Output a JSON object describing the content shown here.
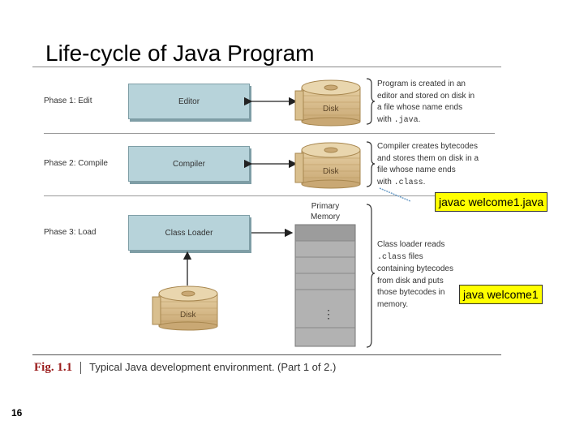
{
  "title": "Life-cycle of Java Program",
  "phases": [
    {
      "label": "Phase 1: Edit",
      "box": "Editor",
      "disk": "Disk",
      "desc": [
        "Program is created in an",
        "editor and stored on disk in",
        "a file whose name ends"
      ],
      "desc_last_prefix": "with ",
      "desc_last_code": ".java",
      "desc_last_suffix": "."
    },
    {
      "label": "Phase 2: Compile",
      "box": "Compiler",
      "disk": "Disk",
      "desc": [
        "Compiler creates bytecodes",
        "and stores them on disk in a",
        "file whose name ends"
      ],
      "desc_last_prefix": "with ",
      "desc_last_code": ".class",
      "desc_last_suffix": "."
    },
    {
      "label": "Phase 3: Load",
      "box": "Class Loader",
      "disk": "Disk",
      "memory_label_1": "Primary",
      "memory_label_2": "Memory",
      "memory_dots": "⋮",
      "desc_first": "Class loader reads",
      "desc_code": ".class",
      "desc_code_suffix": " files",
      "desc": [
        "containing bytecodes",
        "from disk and puts",
        "those bytecodes in",
        "memory."
      ]
    }
  ],
  "callouts": {
    "compile_command": "javac welcome1.java",
    "run_command": "java welcome1"
  },
  "caption": {
    "fig": "Fig. 1.1",
    "text": "Typical Java development environment. (Part 1 of 2.)"
  },
  "page_number": "16"
}
